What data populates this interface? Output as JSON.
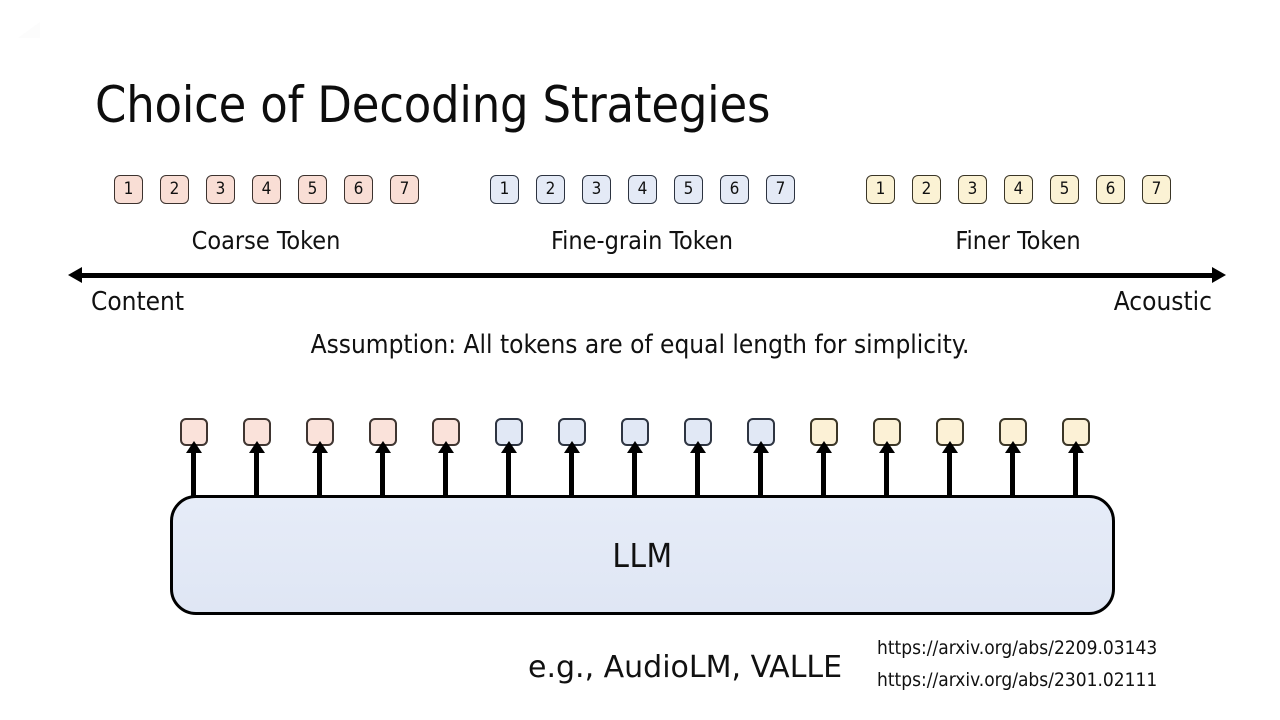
{
  "slide": {
    "title": "Choice of Decoding Strategies",
    "assumption": "Assumption: All tokens are of equal length for simplicity.",
    "example_text": "e.g., AudioLM, VALLE"
  },
  "axis": {
    "left_label": "Content",
    "right_label": "Acoustic",
    "left_arrow_icon": "arrow-left-icon",
    "right_arrow_icon": "arrow-right-icon"
  },
  "token_groups": [
    {
      "label": "Coarse Token",
      "color": "#f9ded5",
      "color_name": "pink",
      "numbers": [
        "1",
        "2",
        "3",
        "4",
        "5",
        "6",
        "7"
      ]
    },
    {
      "label": "Fine-grain Token",
      "color": "#e4eaf6",
      "color_name": "blue",
      "numbers": [
        "1",
        "2",
        "3",
        "4",
        "5",
        "6",
        "7"
      ]
    },
    {
      "label": "Finer Token",
      "color": "#fbf2d4",
      "color_name": "yellow",
      "numbers": [
        "1",
        "2",
        "3",
        "4",
        "5",
        "6",
        "7"
      ]
    }
  ],
  "output_tokens": {
    "count": 15,
    "sequence": [
      "pink",
      "pink",
      "pink",
      "pink",
      "pink",
      "blue",
      "blue",
      "blue",
      "blue",
      "blue",
      "yellow",
      "yellow",
      "yellow",
      "yellow",
      "yellow"
    ],
    "arrow_icon": "arrow-up-icon"
  },
  "model": {
    "label": "LLM",
    "fill_color": "#e3e9f7"
  },
  "references": [
    "https://arxiv.org/abs/2209.03143",
    "https://arxiv.org/abs/2301.02111"
  ]
}
